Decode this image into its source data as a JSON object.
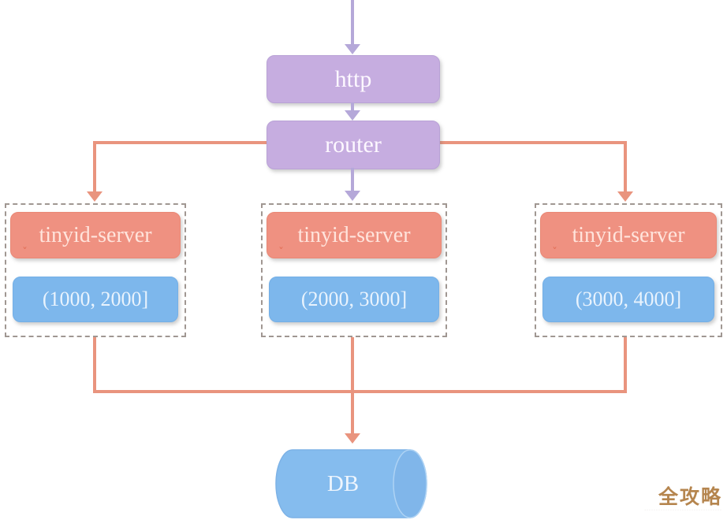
{
  "nodes": {
    "http": "http",
    "router": "router",
    "db": "DB"
  },
  "servers": [
    {
      "name": "tinyid-server",
      "range": "(1000, 2000]"
    },
    {
      "name": "tinyid-server",
      "range": "(2000, 3000]"
    },
    {
      "name": "tinyid-server",
      "range": "(3000, 4000]"
    }
  ],
  "artifacts": {
    "caret": "ˇ"
  },
  "watermark": {
    "text": "全攻略",
    "subtext": "·································"
  },
  "colors": {
    "purple_box": "#c6ade0",
    "purple_arrow": "#b5a8d9",
    "salmon_box": "#ef9181",
    "salmon_line": "#e9947e",
    "blue_box": "#7db7ec",
    "db_fill": "#85bcee",
    "dashed_border": "#a09792",
    "watermark_text": "#b5854e"
  }
}
